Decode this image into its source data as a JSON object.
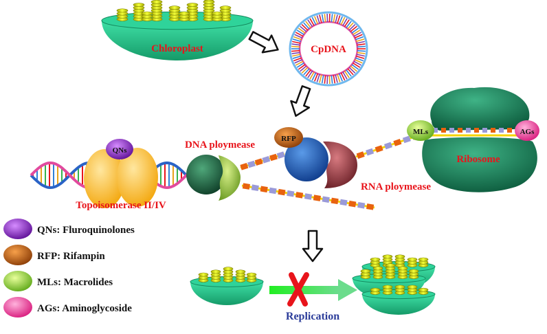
{
  "labels": {
    "chloroplast": "Chloroplast",
    "cpdna": "CpDNA",
    "qns_marker": "QNs",
    "rfp_marker": "RFP",
    "mls_marker": "MLs",
    "ags_marker": "AGs",
    "dna_polymerase": "DNA ploymease",
    "rna_polymerase": "RNA ploymease",
    "topoisomerase": "Topoisomerase II/IV",
    "ribosome": "Ribosome",
    "replication": "Replication"
  },
  "legend": [
    {
      "abbr": "QNs:",
      "name": "Fluroquinolones",
      "color": "#8e2bc4"
    },
    {
      "abbr": "RFP:",
      "name": "Rifampin",
      "color": "#d2691e"
    },
    {
      "abbr": "MLs:",
      "name": "Macrolides",
      "color": "#8fd13a"
    },
    {
      "abbr": "AGs:",
      "name": "Aminoglycoside",
      "color": "#ff4fa6"
    }
  ],
  "colors": {
    "red_label": "#e8141b",
    "blue_label": "#2c3d9a",
    "chloroplast_green": "#27c08a",
    "grana_yellow": "#dfe81a",
    "inhibit_x": "#e8141b",
    "arrow_green": "#22dd22"
  }
}
